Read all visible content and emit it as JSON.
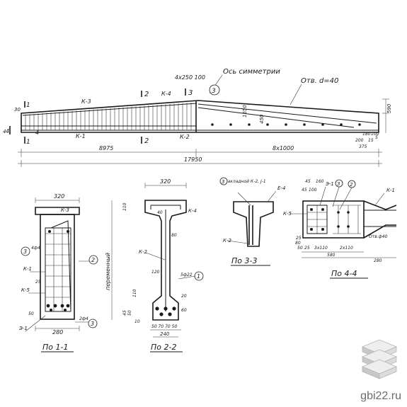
{
  "elevation": {
    "symmetry_label": "Ось симметрии",
    "hole_label": "Отв. d=40",
    "top_dims": "4x250 100",
    "left_span": "8975",
    "right_span": "8x1000",
    "total_length": "17950",
    "right_height": "590",
    "mid_height": "1650",
    "mid_small": "450",
    "end_dims": [
      "180",
      "100",
      "200",
      "375",
      "5",
      "15"
    ],
    "left_dims": [
      "30",
      "4"
    ],
    "marks": [
      "К-3",
      "К-1",
      "К-4",
      "К-2",
      "3"
    ],
    "section_marks": [
      "1",
      "1",
      "2",
      "2",
      "3",
      "4",
      "4"
    ]
  },
  "sections": {
    "s11": {
      "title": "По 1-1",
      "width_top": "320",
      "width_bottom": "280",
      "marks": [
        "К-3",
        "К-1",
        "К-5",
        "Э-1",
        "2",
        "3",
        "3"
      ],
      "labels": [
        "4ф4",
        "25",
        "50",
        "2ф4"
      ]
    },
    "s22": {
      "title": "По 2-2",
      "width_top": "320",
      "width_bottom": "240",
      "height_label": "переменный",
      "marks": [
        "К-4",
        "К-2",
        "1"
      ],
      "dims": [
        "40",
        "80",
        "110",
        "120",
        "5ф22",
        "45",
        "50",
        "110",
        "50 70 70 50",
        "20",
        "60",
        "10"
      ]
    },
    "s33": {
      "title": "По 3-3",
      "note": "3 Закладной К-2, Ј-1",
      "marks": [
        "Е-4",
        "К-2",
        "3"
      ]
    },
    "s44": {
      "title": "По 4-4",
      "dims": [
        "45",
        "160",
        "45",
        "100",
        "25",
        "80",
        "25",
        "50",
        "3х110",
        "2х110",
        "580",
        "280"
      ],
      "marks": [
        "Э-1",
        "К-1",
        "К-5",
        "3",
        "2",
        "Отв.ф40"
      ]
    }
  },
  "watermark": "gbi22.ru"
}
